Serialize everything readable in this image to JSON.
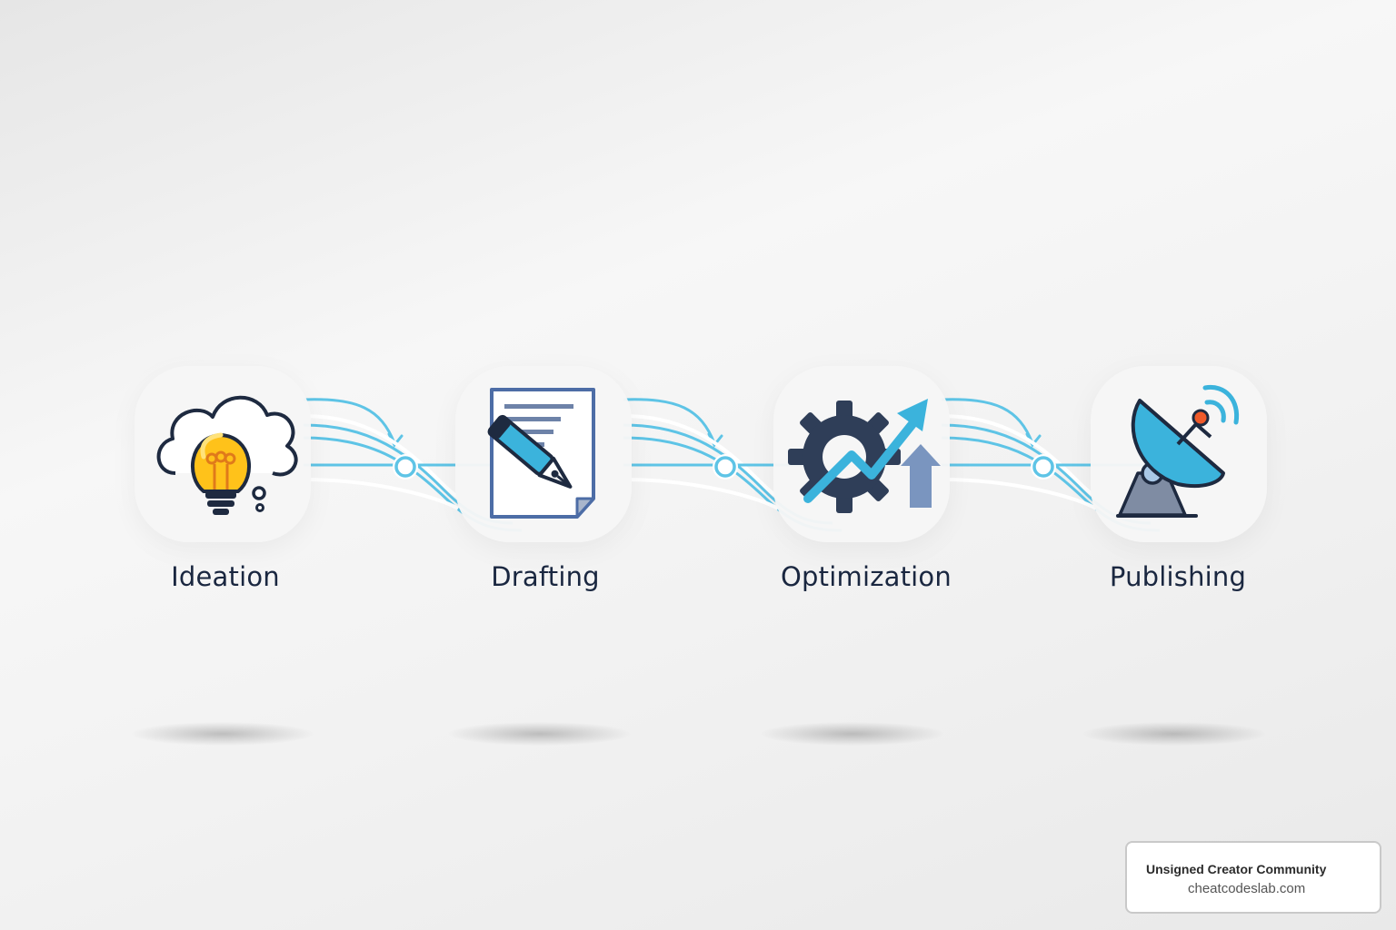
{
  "diagram": {
    "steps": [
      {
        "label": "Ideation",
        "icon": "lightbulb-thought-cloud-icon"
      },
      {
        "label": "Drafting",
        "icon": "document-pen-icon"
      },
      {
        "label": "Optimization",
        "icon": "gear-growth-arrow-icon"
      },
      {
        "label": "Publishing",
        "icon": "satellite-dish-icon"
      }
    ],
    "connector_color": "#3bb3dc",
    "label_color": "#1a2740"
  },
  "credit": {
    "title": "Unsigned Creator Community",
    "url": "cheatcodeslab.com"
  }
}
